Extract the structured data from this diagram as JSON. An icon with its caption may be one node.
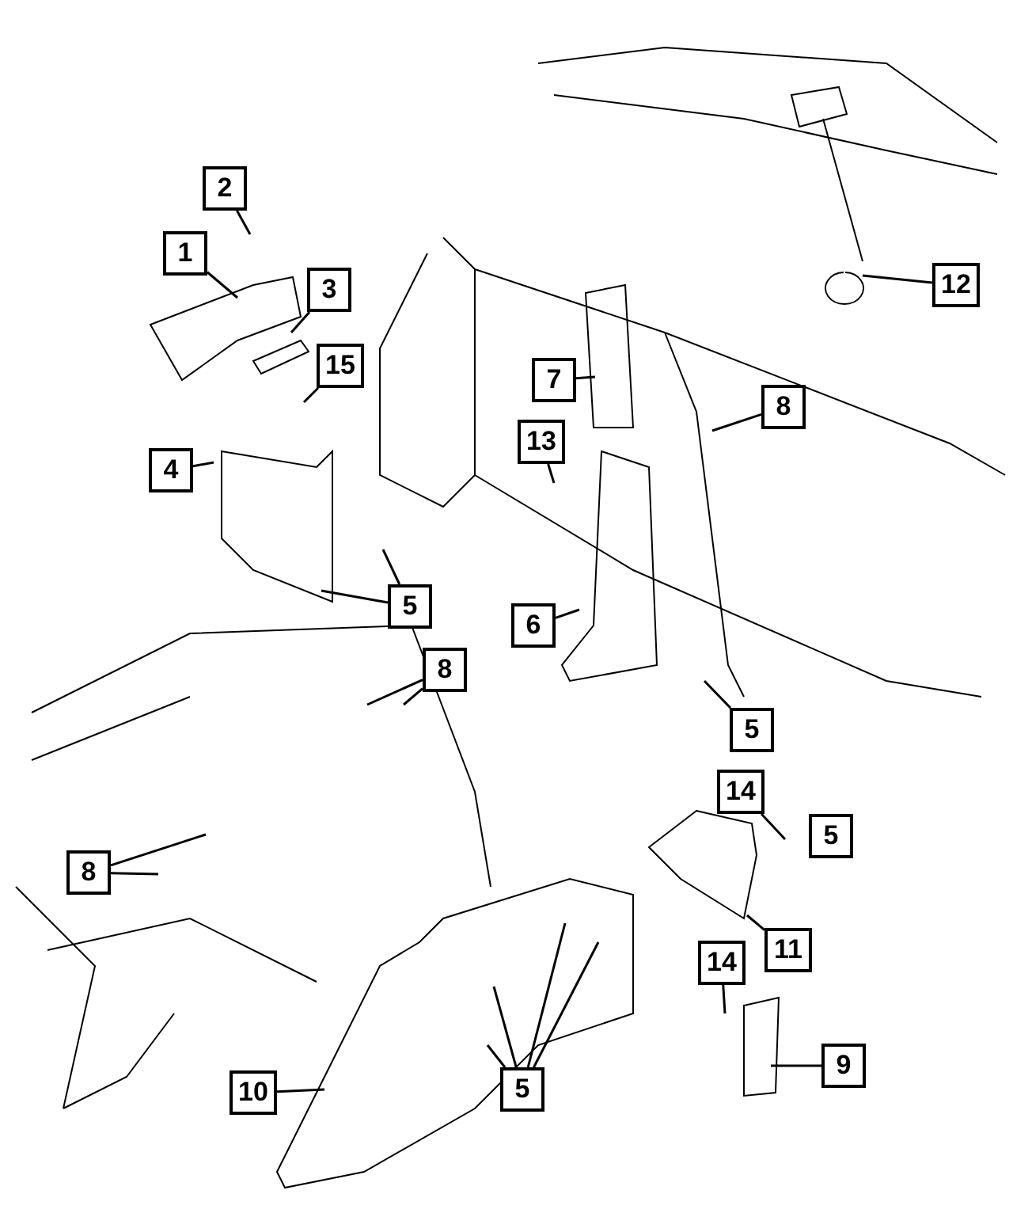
{
  "diagram": {
    "nodes": [
      {
        "text": [
          "2"
        ]
      },
      {
        "text": [
          "1"
        ]
      },
      {
        "text": [
          "12"
        ]
      },
      {
        "text": [
          "3"
        ]
      },
      {
        "text": [
          "15"
        ]
      },
      {
        "text": [
          "7"
        ]
      },
      {
        "text": [
          "8"
        ]
      },
      {
        "text": [
          "13"
        ]
      },
      {
        "text": [
          "4"
        ]
      },
      {
        "text": [
          "5"
        ]
      },
      {
        "text": [
          "6"
        ]
      },
      {
        "text": [
          "8"
        ]
      },
      {
        "text": [
          "5"
        ]
      },
      {
        "text": [
          "14"
        ]
      },
      {
        "text": [
          "8"
        ]
      },
      {
        "text": [
          "11"
        ]
      },
      {
        "text": [
          "14"
        ]
      },
      {
        "text": [
          "9"
        ]
      },
      {
        "text": [
          "10"
        ]
      },
      {
        "text": [
          "5"
        ]
      },
      {
        "text": [
          "5"
        ]
      }
    ],
    "edges": [
      {
        "from": 0,
        "to": null,
        "arrow": "none"
      },
      {
        "from": 1,
        "to": null,
        "arrow": "none"
      },
      {
        "from": 2,
        "to": null,
        "arrow": "none"
      },
      {
        "from": 3,
        "to": null,
        "arrow": "none"
      },
      {
        "from": 4,
        "to": null,
        "arrow": "none"
      },
      {
        "from": 5,
        "to": null,
        "arrow": "none"
      },
      {
        "from": 6,
        "to": null,
        "arrow": "none"
      },
      {
        "from": 7,
        "to": null,
        "arrow": "none"
      },
      {
        "from": 8,
        "to": null,
        "arrow": "none"
      },
      {
        "from": 9,
        "to": null,
        "arrow": "none"
      },
      {
        "from": 9,
        "to": null,
        "arrow": "none"
      },
      {
        "from": 10,
        "to": null,
        "arrow": "none"
      },
      {
        "from": 11,
        "to": null,
        "arrow": "none"
      },
      {
        "from": 11,
        "to": null,
        "arrow": "none"
      },
      {
        "from": 12,
        "to": null,
        "arrow": "none"
      },
      {
        "from": 13,
        "to": null,
        "arrow": "none"
      },
      {
        "from": 14,
        "to": null,
        "arrow": "none"
      },
      {
        "from": 14,
        "to": null,
        "arrow": "none"
      },
      {
        "from": 15,
        "to": null,
        "arrow": "none"
      },
      {
        "from": 16,
        "to": null,
        "arrow": "none"
      },
      {
        "from": 17,
        "to": null,
        "arrow": "none"
      },
      {
        "from": 18,
        "to": null,
        "arrow": "none"
      },
      {
        "from": 19,
        "to": null,
        "arrow": "none"
      },
      {
        "from": 19,
        "to": null,
        "arrow": "none"
      },
      {
        "from": 19,
        "to": null,
        "arrow": "none"
      },
      {
        "from": 19,
        "to": null,
        "arrow": "none"
      }
    ]
  }
}
